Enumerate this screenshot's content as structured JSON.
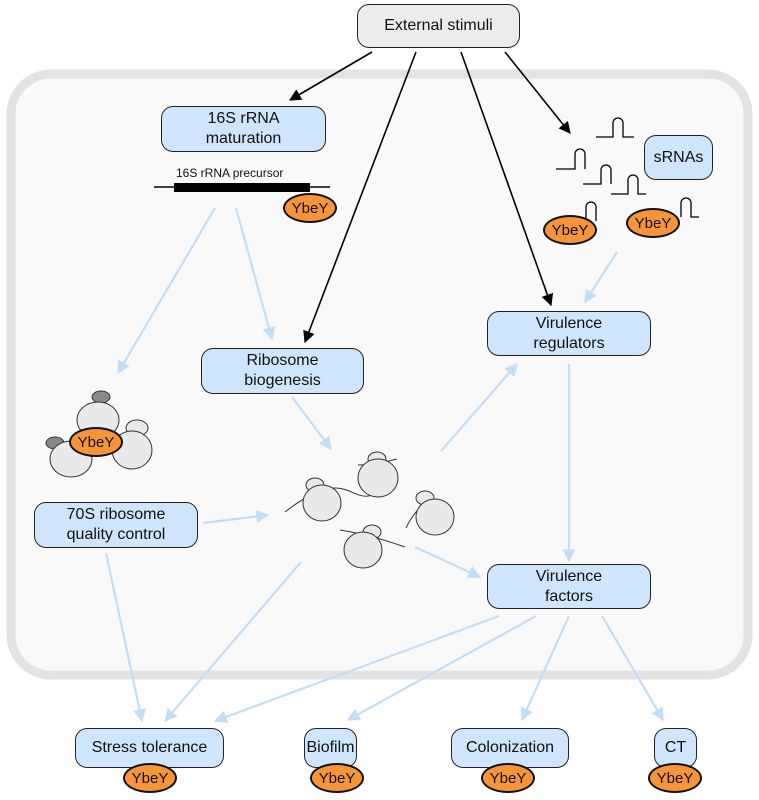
{
  "nodes": {
    "external_stimuli": "External stimuli",
    "rrna_maturation": "16S rRNA\nmaturation",
    "srnas": "sRNAs",
    "ribosome_biogenesis": "Ribosome\nbiogenesis",
    "virulence_regulators": "Virulence\nregulators",
    "quality_control": "70S ribosome\nquality control",
    "virulence_factors": "Virulence\nfactors",
    "stress_tolerance": "Stress tolerance",
    "biofilm": "Biofilm",
    "colonization": "Colonization",
    "ct": "CT"
  },
  "labels": {
    "precursor": "16S rRNA precursor",
    "ybey": "YbeY"
  },
  "colors": {
    "node_fill": "#cfe5fb",
    "stimuli_fill": "#ececec",
    "ybey_fill": "#f6943a",
    "cell_fill": "#f9f9f9",
    "cell_border": "#e3e3e3",
    "blue_arrow": "#c3ddf5",
    "black_arrow": "#000000"
  }
}
